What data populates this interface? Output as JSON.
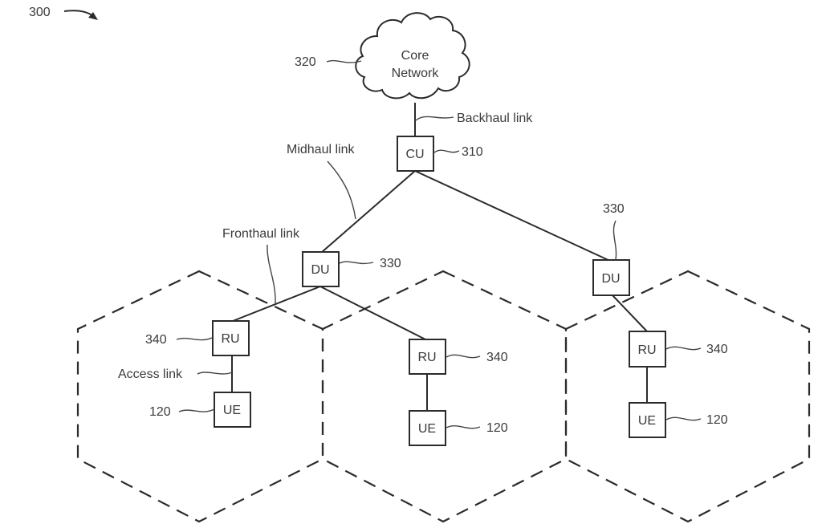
{
  "figure": {
    "ref": "300",
    "arrow_icon": "curved-arrow"
  },
  "core_network": {
    "line1": "Core",
    "line2": "Network",
    "ref": "320"
  },
  "cu": {
    "label": "CU",
    "ref": "310"
  },
  "links": {
    "backhaul": "Backhaul link",
    "midhaul": "Midhaul link",
    "fronthaul": "Fronthaul link",
    "access": "Access link"
  },
  "du_left": {
    "label": "DU",
    "ref": "330"
  },
  "du_right": {
    "label": "DU",
    "ref": "330"
  },
  "cells": [
    {
      "ru": {
        "label": "RU",
        "ref": "340"
      },
      "ue": {
        "label": "UE",
        "ref": "120"
      }
    },
    {
      "ru": {
        "label": "RU",
        "ref": "340"
      },
      "ue": {
        "label": "UE",
        "ref": "120"
      }
    },
    {
      "ru": {
        "label": "RU",
        "ref": "340"
      },
      "ue": {
        "label": "UE",
        "ref": "120"
      }
    }
  ]
}
